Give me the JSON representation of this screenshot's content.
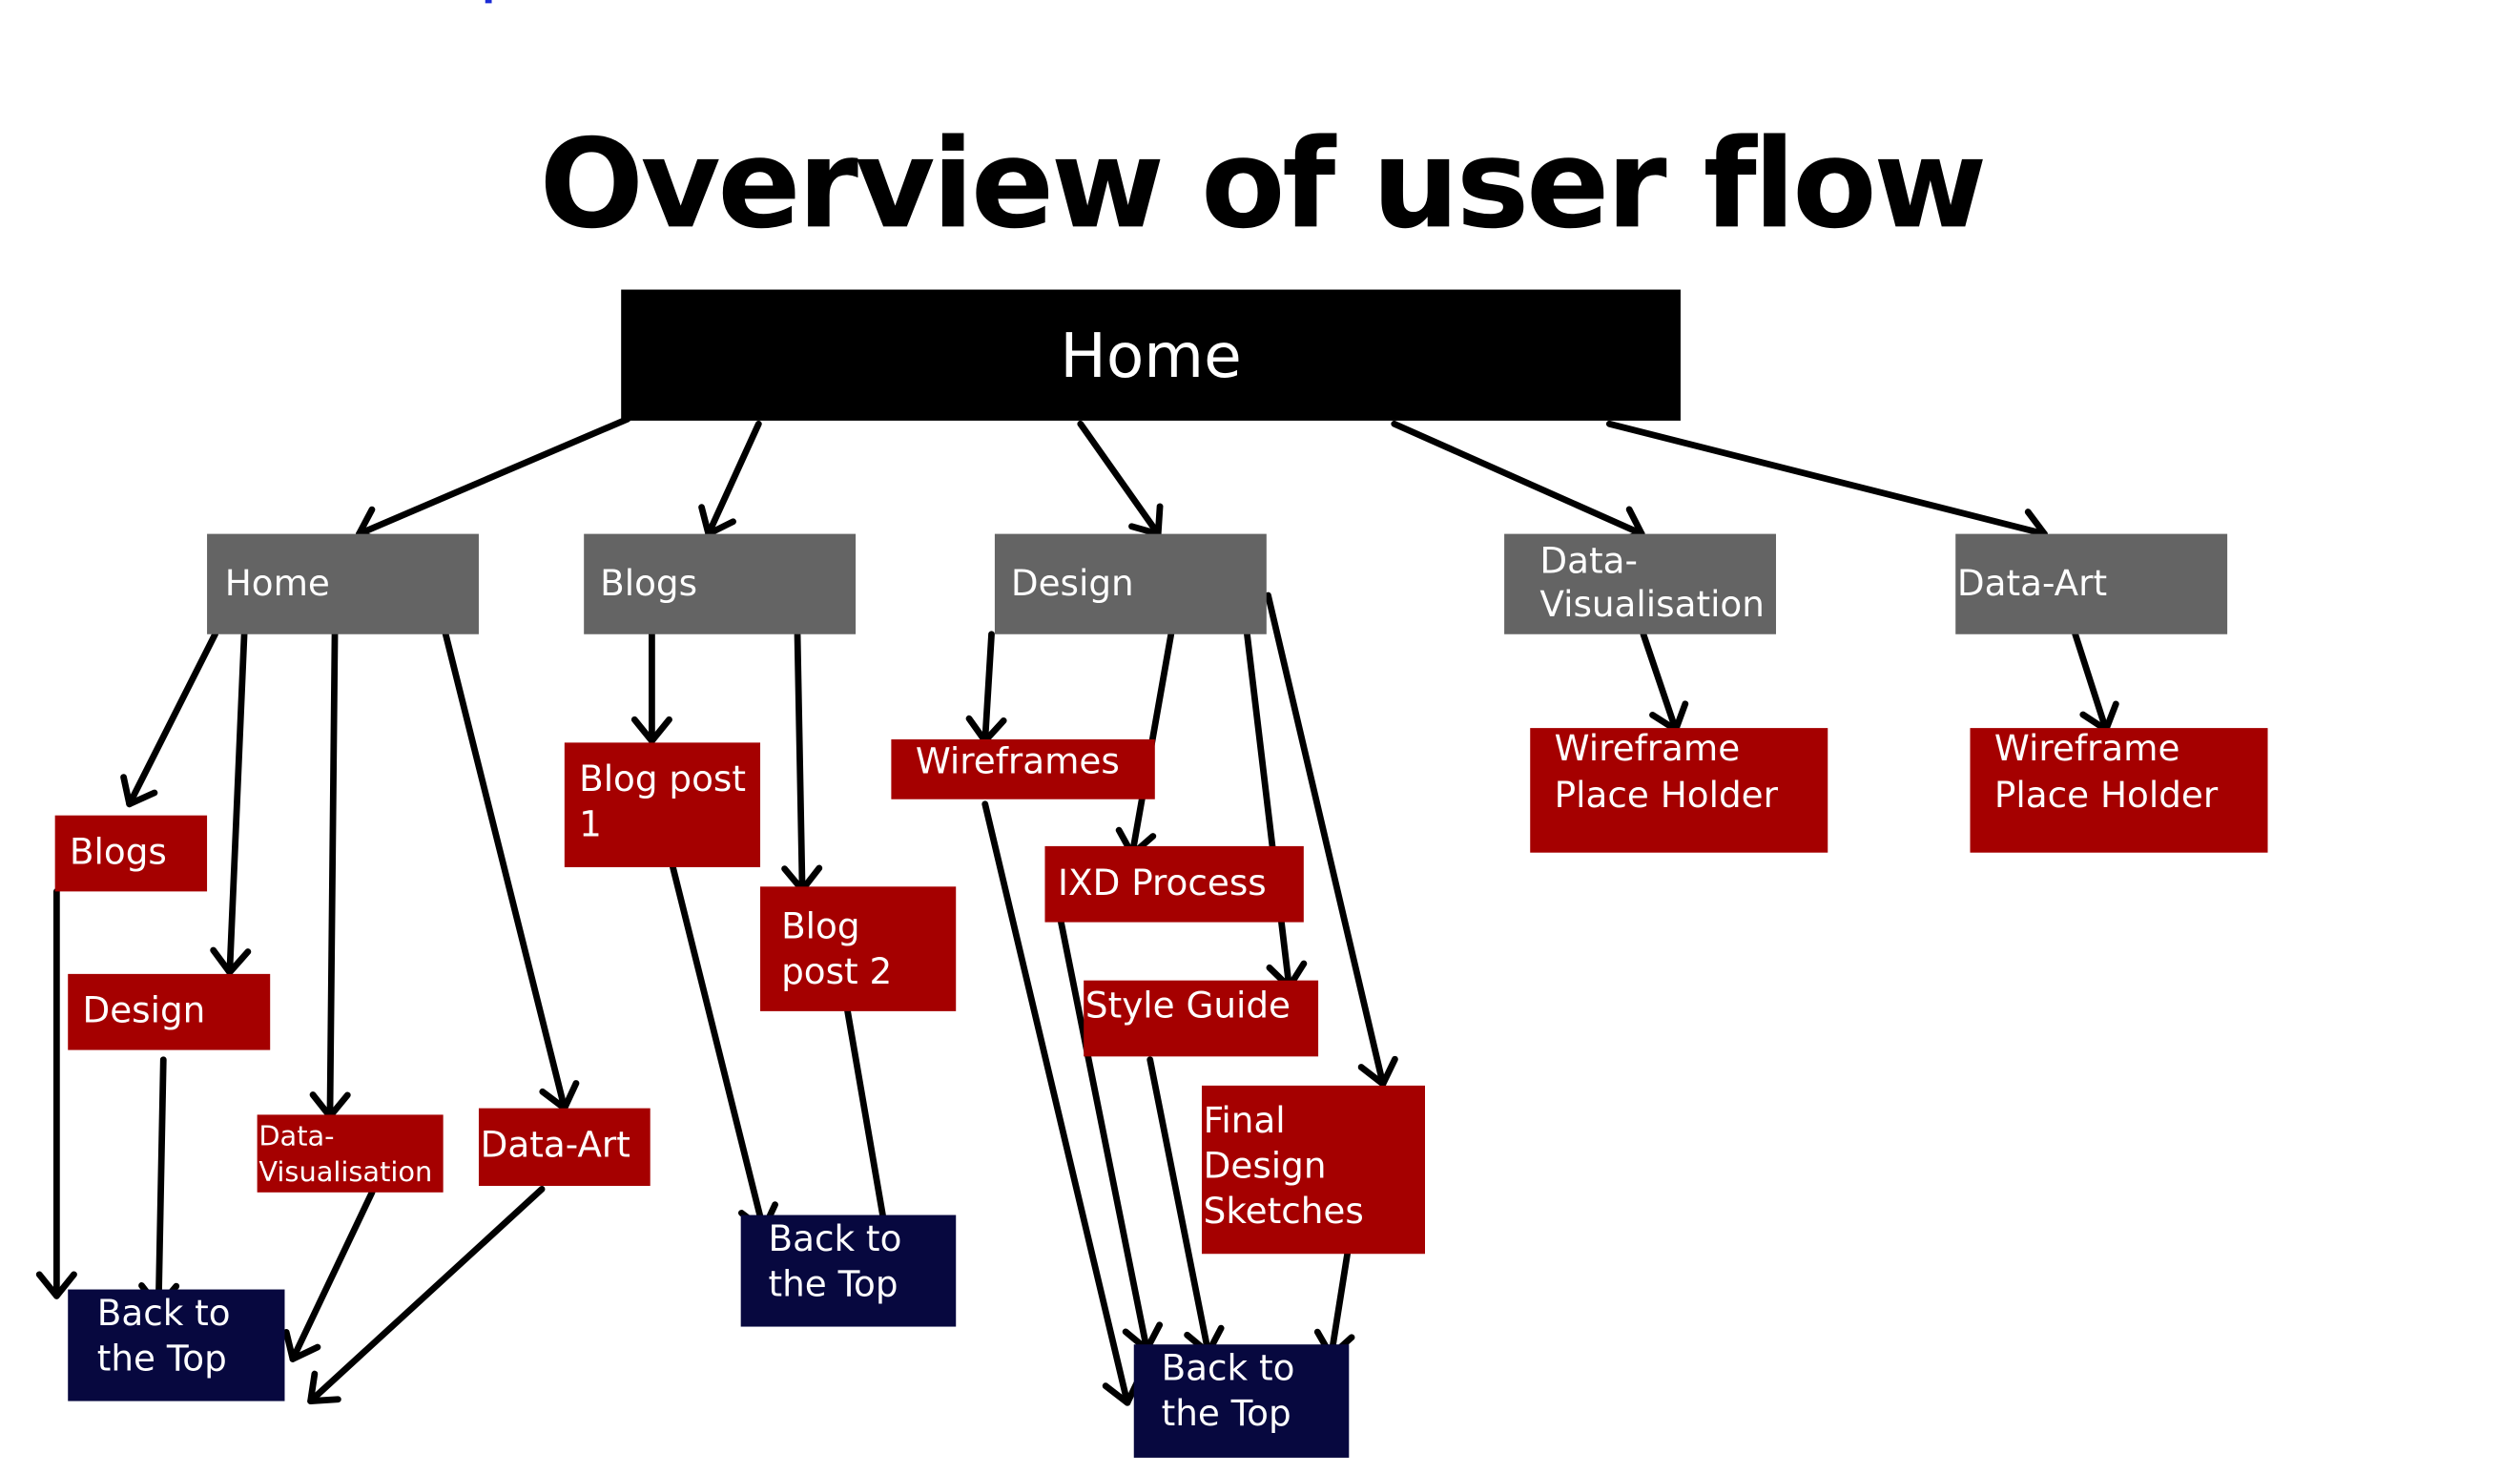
{
  "title": "Overview of user flow",
  "nodes": {
    "root": "Home",
    "home": "Home",
    "blogs": "Blogs",
    "design": "Design",
    "data_vis": "Data-\nVisualisation",
    "data_art": "Data-Art",
    "home_blogs": "Blogs",
    "home_design": "Design",
    "home_data_vis": "Data-\nVisualisation",
    "home_data_art": "Data-Art",
    "home_back_top": "Back to\nthe Top",
    "blog_post_1": "Blog post\n1",
    "blog_post_2": "Blog\npost 2",
    "blogs_back_top": "Back to\nthe Top",
    "wireframes": "Wireframes",
    "ixd_process": "IXD Process",
    "style_guide": "Style Guide",
    "final_design": "Final\nDesign\nSketches",
    "design_back_top": "Back to\nthe Top",
    "dv_wireframe": "Wireframe\nPlace Holder",
    "da_wireframe": "Wireframe\nPlace Holder"
  },
  "colors": {
    "root": "#000000",
    "section": "#646464",
    "page": "#a50000",
    "back_to_top": "#07083f",
    "arrow": "#000000"
  }
}
